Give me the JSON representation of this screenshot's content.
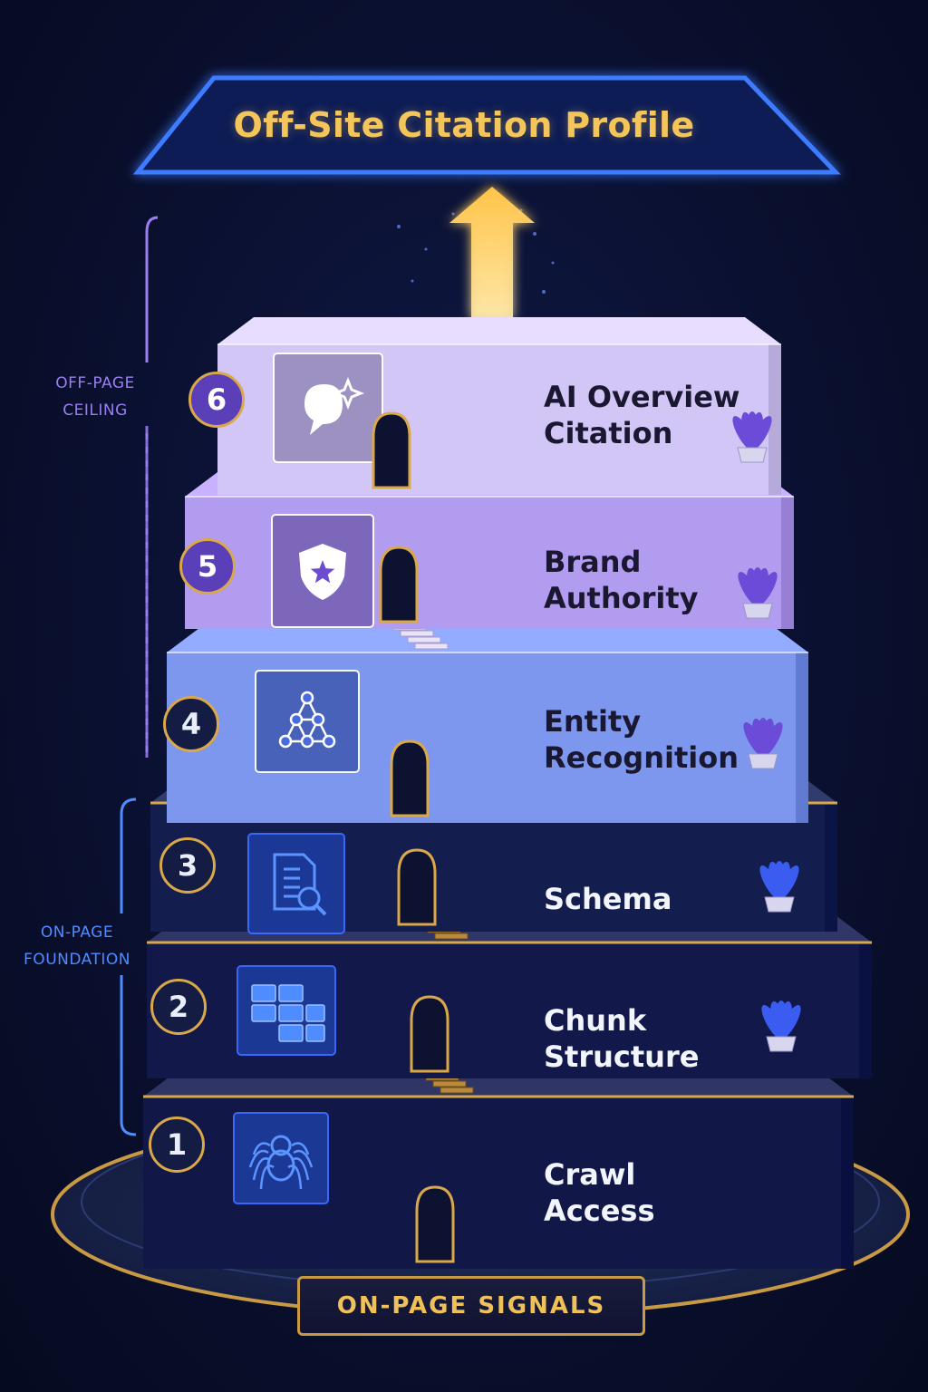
{
  "top_banner": {
    "title": "Off-Site Citation Profile"
  },
  "side_labels": {
    "off_page": {
      "line1": "OFF-PAGE",
      "line2": "CEILING"
    },
    "on_page": {
      "line1": "ON-PAGE",
      "line2": "FOUNDATION"
    }
  },
  "tiers": [
    {
      "number": "6",
      "line1": "AI Overview",
      "line2": "Citation",
      "icon": "ai-chat-sparkle-icon",
      "face": "#d2c6f7"
    },
    {
      "number": "5",
      "line1": "Brand",
      "line2": "Authority",
      "icon": "shield-star-icon",
      "face": "#b29cf0"
    },
    {
      "number": "4",
      "line1": "Entity",
      "line2": "Recognition",
      "icon": "network-graph-icon",
      "face": "#7d96ee"
    },
    {
      "number": "3",
      "line1": "Schema",
      "line2": "",
      "icon": "document-search-icon",
      "face": "#131d4e"
    },
    {
      "number": "2",
      "line1": "Chunk",
      "line2": "Structure",
      "icon": "blocks-grid-icon",
      "face": "#12194a"
    },
    {
      "number": "1",
      "line1": "Crawl",
      "line2": "Access",
      "icon": "spider-icon",
      "face": "#111847"
    }
  ],
  "base_plate": {
    "label": "ON-PAGE SIGNALS"
  },
  "colors": {
    "gold": "#d9a84a",
    "banner_glow": "#3d7bff",
    "arrow": "#f6b53a",
    "off_page_bracket": "#9b7ef0",
    "on_page_bracket": "#4f8cff"
  }
}
